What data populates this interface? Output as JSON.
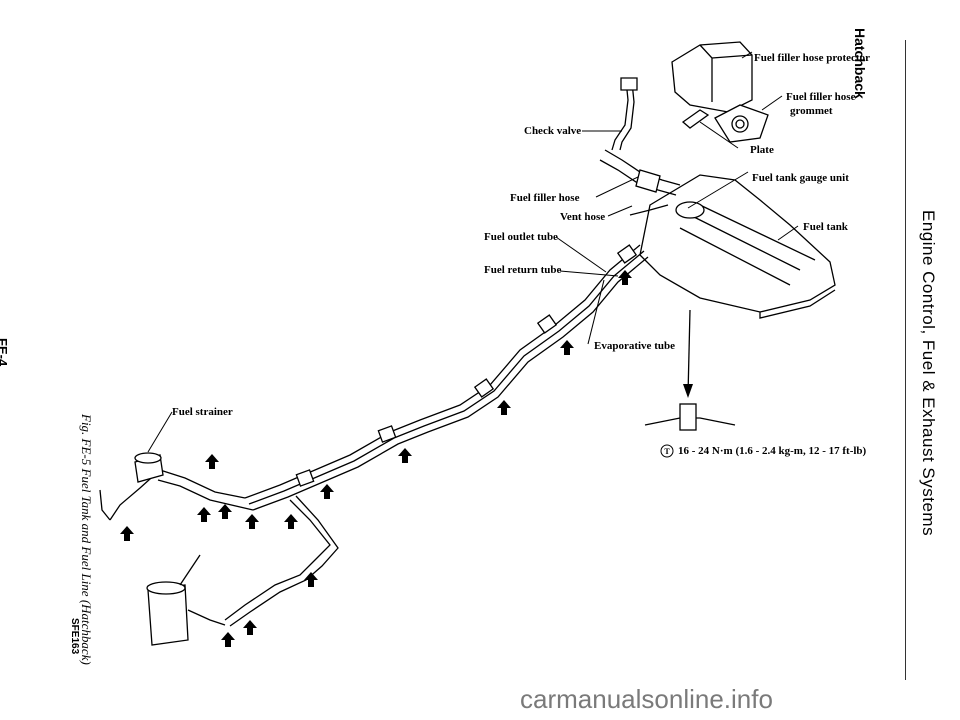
{
  "labels": {
    "fuel_filler_hose_protector": "Fuel filler hose protector",
    "fuel_filler_hose_grommet_1": "Fuel filler hose",
    "fuel_filler_hose_grommet_2": "grommet",
    "plate": "Plate",
    "check_valve": "Check valve",
    "fuel_tank_gauge_unit": "Fuel tank gauge unit",
    "fuel_filler_hose": "Fuel filler hose",
    "vent_hose": "Vent hose",
    "fuel_tank": "Fuel tank",
    "fuel_outlet_tube": "Fuel outlet tube",
    "fuel_return_tube": "Fuel return tube",
    "evaporative_tube": "Evaporative tube",
    "fuel_strainer": "Fuel strainer"
  },
  "torque_symbol": "T",
  "torque_spec": "16 - 24 N·m (1.6 - 2.4 kg-m, 12 - 17 ft-lb)",
  "side_section": "Hatchback",
  "side_chapter": "Engine Control, Fuel & Exhaust Systems",
  "page_number": "FE-4",
  "figure_caption": "Fig. FE-5  Fuel Tank and Fuel Line (Hatchback)",
  "figure_code": "SFE163",
  "watermark": "carmanualsonline.info"
}
